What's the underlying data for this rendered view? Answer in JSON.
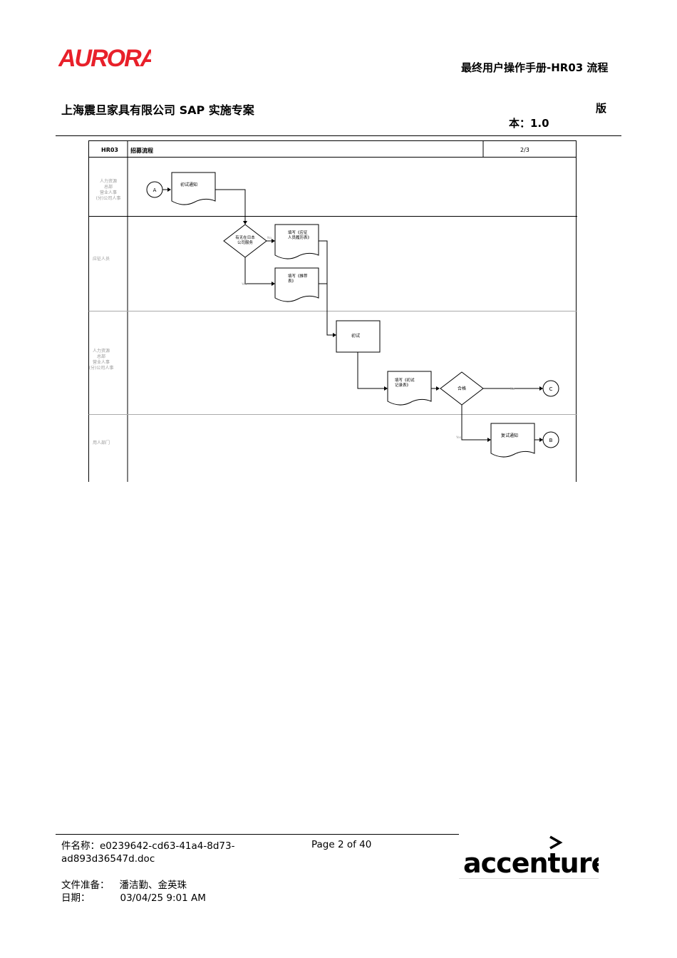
{
  "header": {
    "logo_text": "AURORA",
    "doc_title": "最终用户操作手册-HR03 流程",
    "company_project": "上海震旦家具有限公司 SAP 实施专案",
    "version_label": "版",
    "version_value": "本：1.0"
  },
  "flowchart": {
    "code": "HR03",
    "title": "招募流程",
    "page": "2/3",
    "lanes": [
      {
        "label": "人力资源\n总部\n营业人事\n(分)公司人事"
      },
      {
        "label": "应征人员"
      },
      {
        "label": "人力资源\n总部\n营业人事\n(分)公司人事"
      },
      {
        "label": "用人部门"
      }
    ],
    "connector_a": "A",
    "connector_b": "B",
    "connector_c": "C",
    "doc_notice_interview": "初试通知",
    "decision_sent_before": "有无在日本\n公司服务",
    "doc_fill_form": "填写《应征\n人员履历表》",
    "doc_fill_other": "填写《推荐\n表》",
    "label_yes": "Yes",
    "label_no": "No",
    "process_initial": "初试",
    "doc_interview_record": "填写《初试\n记录表》",
    "decision_pass": "合格",
    "doc_recheck_notice": "复试通知"
  },
  "footer": {
    "file_name": "件名称：e0239642-cd63-41a4-8d73-ad893d36547d.doc",
    "page": "Page 2 of 40",
    "preparer_label": "文件准备：",
    "preparer_value": "潘洁勤、金英珠",
    "date_label": "日期：",
    "date_value": "03/04/25 9:01 AM",
    "brand": "accenture"
  },
  "colors": {
    "brand_red": "#e8202a",
    "text": "#000000",
    "faint_label": "#9a9a9a",
    "rule": "#000000"
  }
}
